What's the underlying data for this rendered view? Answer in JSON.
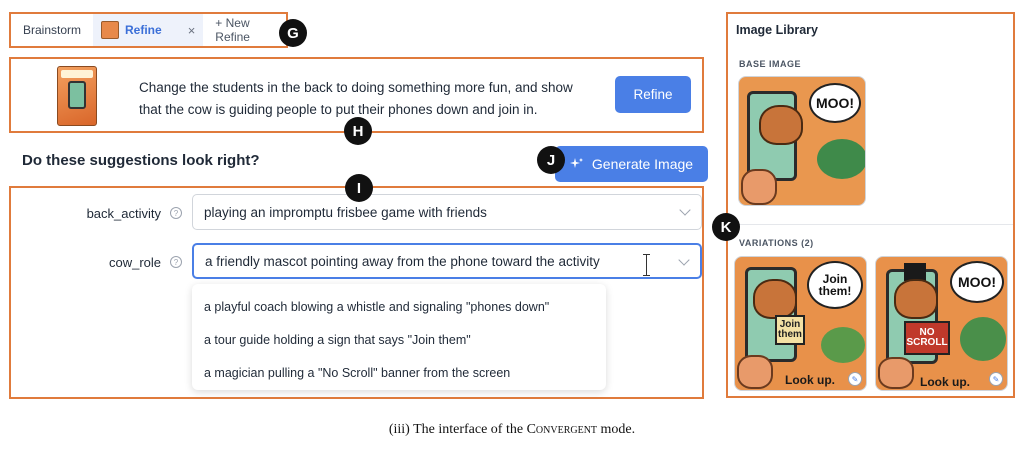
{
  "tabs": {
    "items": [
      {
        "label": "Brainstorm"
      },
      {
        "label": "Refine",
        "close": "×"
      },
      {
        "label": "+ New Refine"
      }
    ]
  },
  "markers": {
    "g": "G",
    "h": "H",
    "i": "I",
    "j": "J",
    "k": "K"
  },
  "prompt": {
    "text": "Change the students in the back to doing something more fun, and show that the cow is guiding people to put their phones down and join in.",
    "refine_label": "Refine"
  },
  "suggestions": {
    "heading": "Do these suggestions look right?",
    "generate_label": "Generate Image",
    "fields": [
      {
        "label": "back_activity",
        "value": "playing an impromptu frisbee game with friends"
      },
      {
        "label": "cow_role",
        "value": "a friendly mascot pointing away from the phone toward the activity"
      }
    ],
    "options": [
      "a playful coach blowing a whistle and signaling \"phones down\"",
      "a tour guide holding a sign that says \"Join them\"",
      "a magician pulling a \"No Scroll\" banner from the screen"
    ]
  },
  "library": {
    "title": "Image Library",
    "base_label": "BASE IMAGE",
    "variations_label": "VARIATIONS (2)",
    "base_bubble": "MOO!",
    "var1_bubble": "Join them!",
    "var1_sign": "Join them",
    "var1_caption": "Look up.",
    "var2_bubble": "MOO!",
    "var2_sign": "NO SCROLL",
    "var2_caption": "Look up."
  },
  "caption": {
    "prefix": "(iii) The interface of the ",
    "mode": "Convergent",
    "suffix": " mode."
  },
  "colors": {
    "accent": "#4a7fe6",
    "annotation": "#e07b3c"
  }
}
